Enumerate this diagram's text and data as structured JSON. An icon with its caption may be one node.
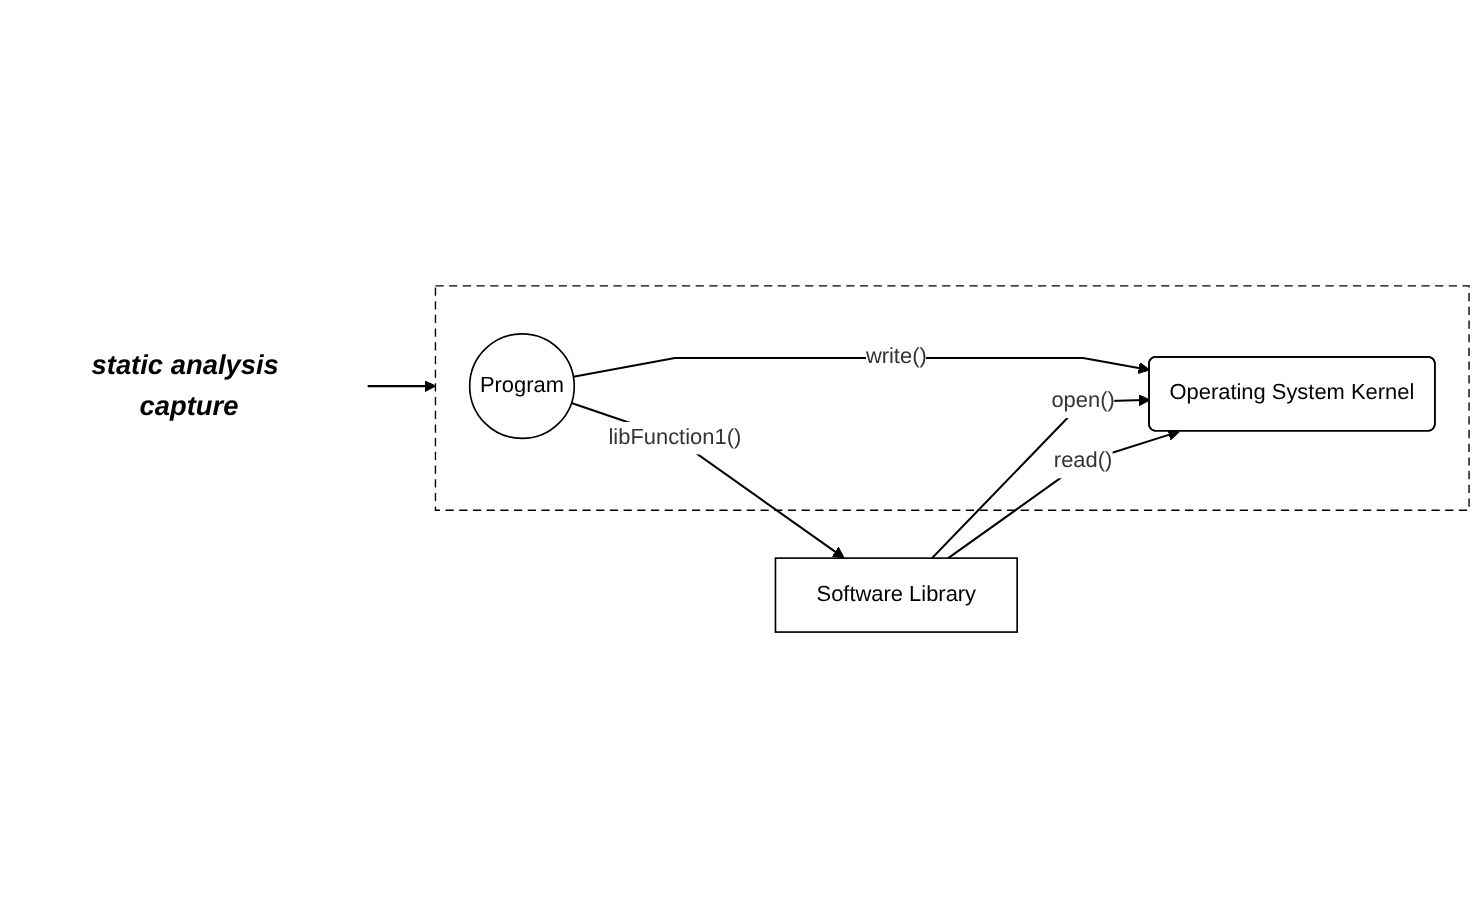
{
  "diagram": {
    "nodes": [
      {
        "text": [],
        "shape": "box"
      },
      {
        "text": [
          "Program"
        ],
        "in": 0
      },
      {
        "text": [
          "Software Library"
        ]
      },
      {
        "text": [
          "Operating System Kernel"
        ],
        "in": 0
      },
      {
        "text": [
          "static analysis capture"
        ]
      }
    ],
    "edges": [
      {
        "from": 1,
        "to": 2,
        "arrow": "to",
        "label": "libFunction1()"
      },
      {
        "from": 1,
        "to": 3,
        "arrow": "to",
        "label": "write()"
      },
      {
        "from": 2,
        "to": 3,
        "arrow": "to",
        "label": "open()"
      },
      {
        "from": 2,
        "to": 3,
        "arrow": "to",
        "label": "read()"
      },
      {
        "from": 4,
        "to": 0,
        "arrow": "to"
      }
    ]
  }
}
